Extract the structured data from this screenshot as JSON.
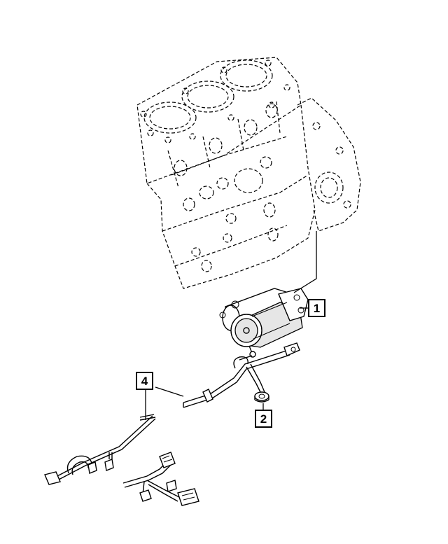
{
  "callouts": [
    {
      "id": "1",
      "label": "1",
      "part": "starter-motor"
    },
    {
      "id": "2",
      "label": "2",
      "part": "nut"
    },
    {
      "id": "4",
      "label": "4",
      "part": "wiring-harness"
    }
  ],
  "colors": {
    "line": "#000000",
    "background": "#ffffff"
  }
}
